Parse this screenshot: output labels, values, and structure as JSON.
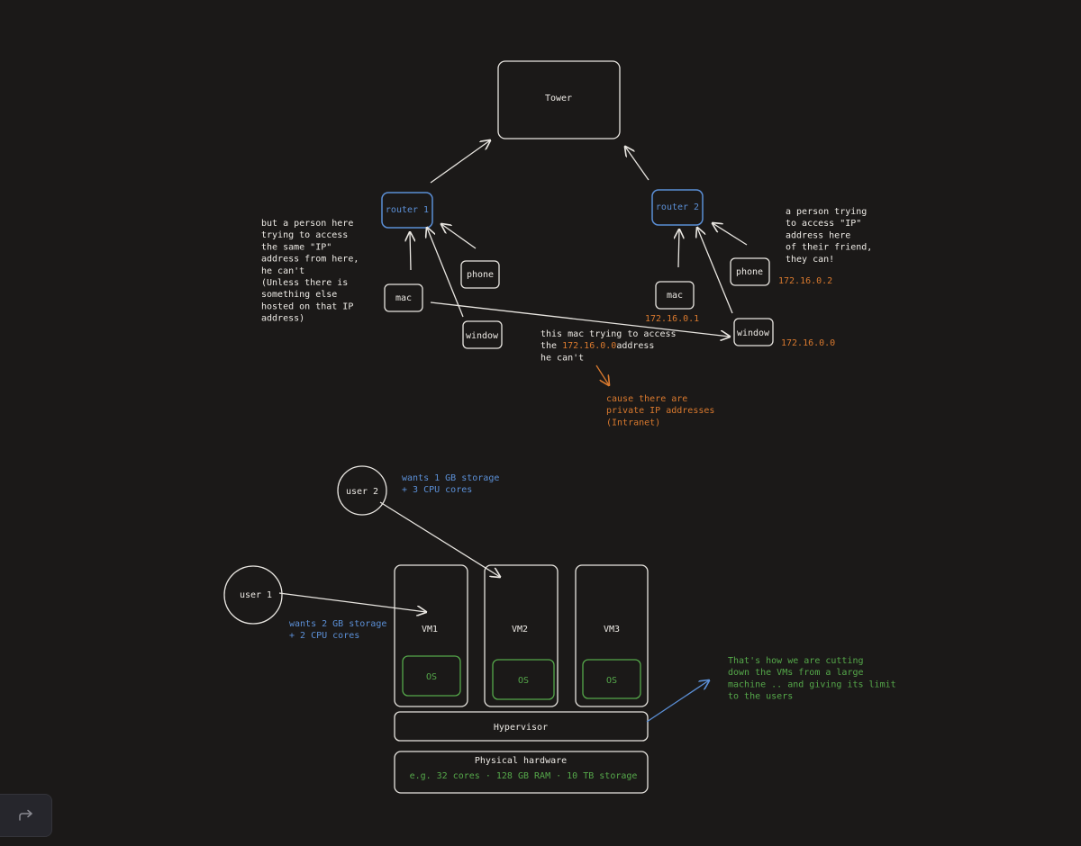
{
  "nodes": {
    "tower": "Tower",
    "router1": "router 1",
    "router2": "router 2",
    "mac1": "mac",
    "phone1": "phone",
    "window1": "window",
    "mac2": "mac",
    "phone2": "phone",
    "window2": "window",
    "user1": "user 1",
    "user2": "user 2",
    "vm1": "VM1",
    "vm2": "VM2",
    "vm3": "VM3",
    "os1": "OS",
    "os2": "OS",
    "os3": "OS",
    "hypervisor": "Hypervisor",
    "physical_hardware": "Physical hardware",
    "hardware_spec": "e.g. 32 cores · 128 GB RAM · 10 TB storage"
  },
  "notes": {
    "left_note": [
      "but a person here",
      "trying to access",
      "the same \"IP\"",
      "address from here,",
      "he can't",
      "",
      "(Unless there is",
      "something else",
      "hosted on that IP",
      "address)"
    ],
    "right_note": [
      "a person trying",
      "to access \"IP\"",
      "address here",
      "of their friend,",
      "they can!"
    ],
    "mac_note_line1": "this mac trying to access",
    "mac_note_the": "the ",
    "mac_note_ip": "172.16.0.0",
    "mac_note_address": "address",
    "mac_note_line3": "he can't",
    "private_note": [
      "cause there are",
      "private IP addresses",
      "(Intranet)"
    ],
    "user2_note": [
      "wants 1 GB storage",
      "+ 3 CPU cores"
    ],
    "user1_note": [
      "wants 2 GB storage",
      "+ 2 CPU cores"
    ],
    "vm_note": [
      "That's how we are cutting",
      "down the VMs from a large",
      "machine .. and giving its limit",
      "to the users"
    ]
  },
  "ip_labels": {
    "phone2_ip": "172.16.0.2",
    "mac2_ip": "172.16.0.1",
    "window2_ip": "172.16.0.0"
  },
  "colors": {
    "background": "#1b1918",
    "stroke": "#e9e6e1",
    "blue": "#5b8fd6",
    "orange": "#d9792e",
    "green": "#55a84a"
  },
  "icons": {
    "undo": "redo-arrow-icon"
  }
}
